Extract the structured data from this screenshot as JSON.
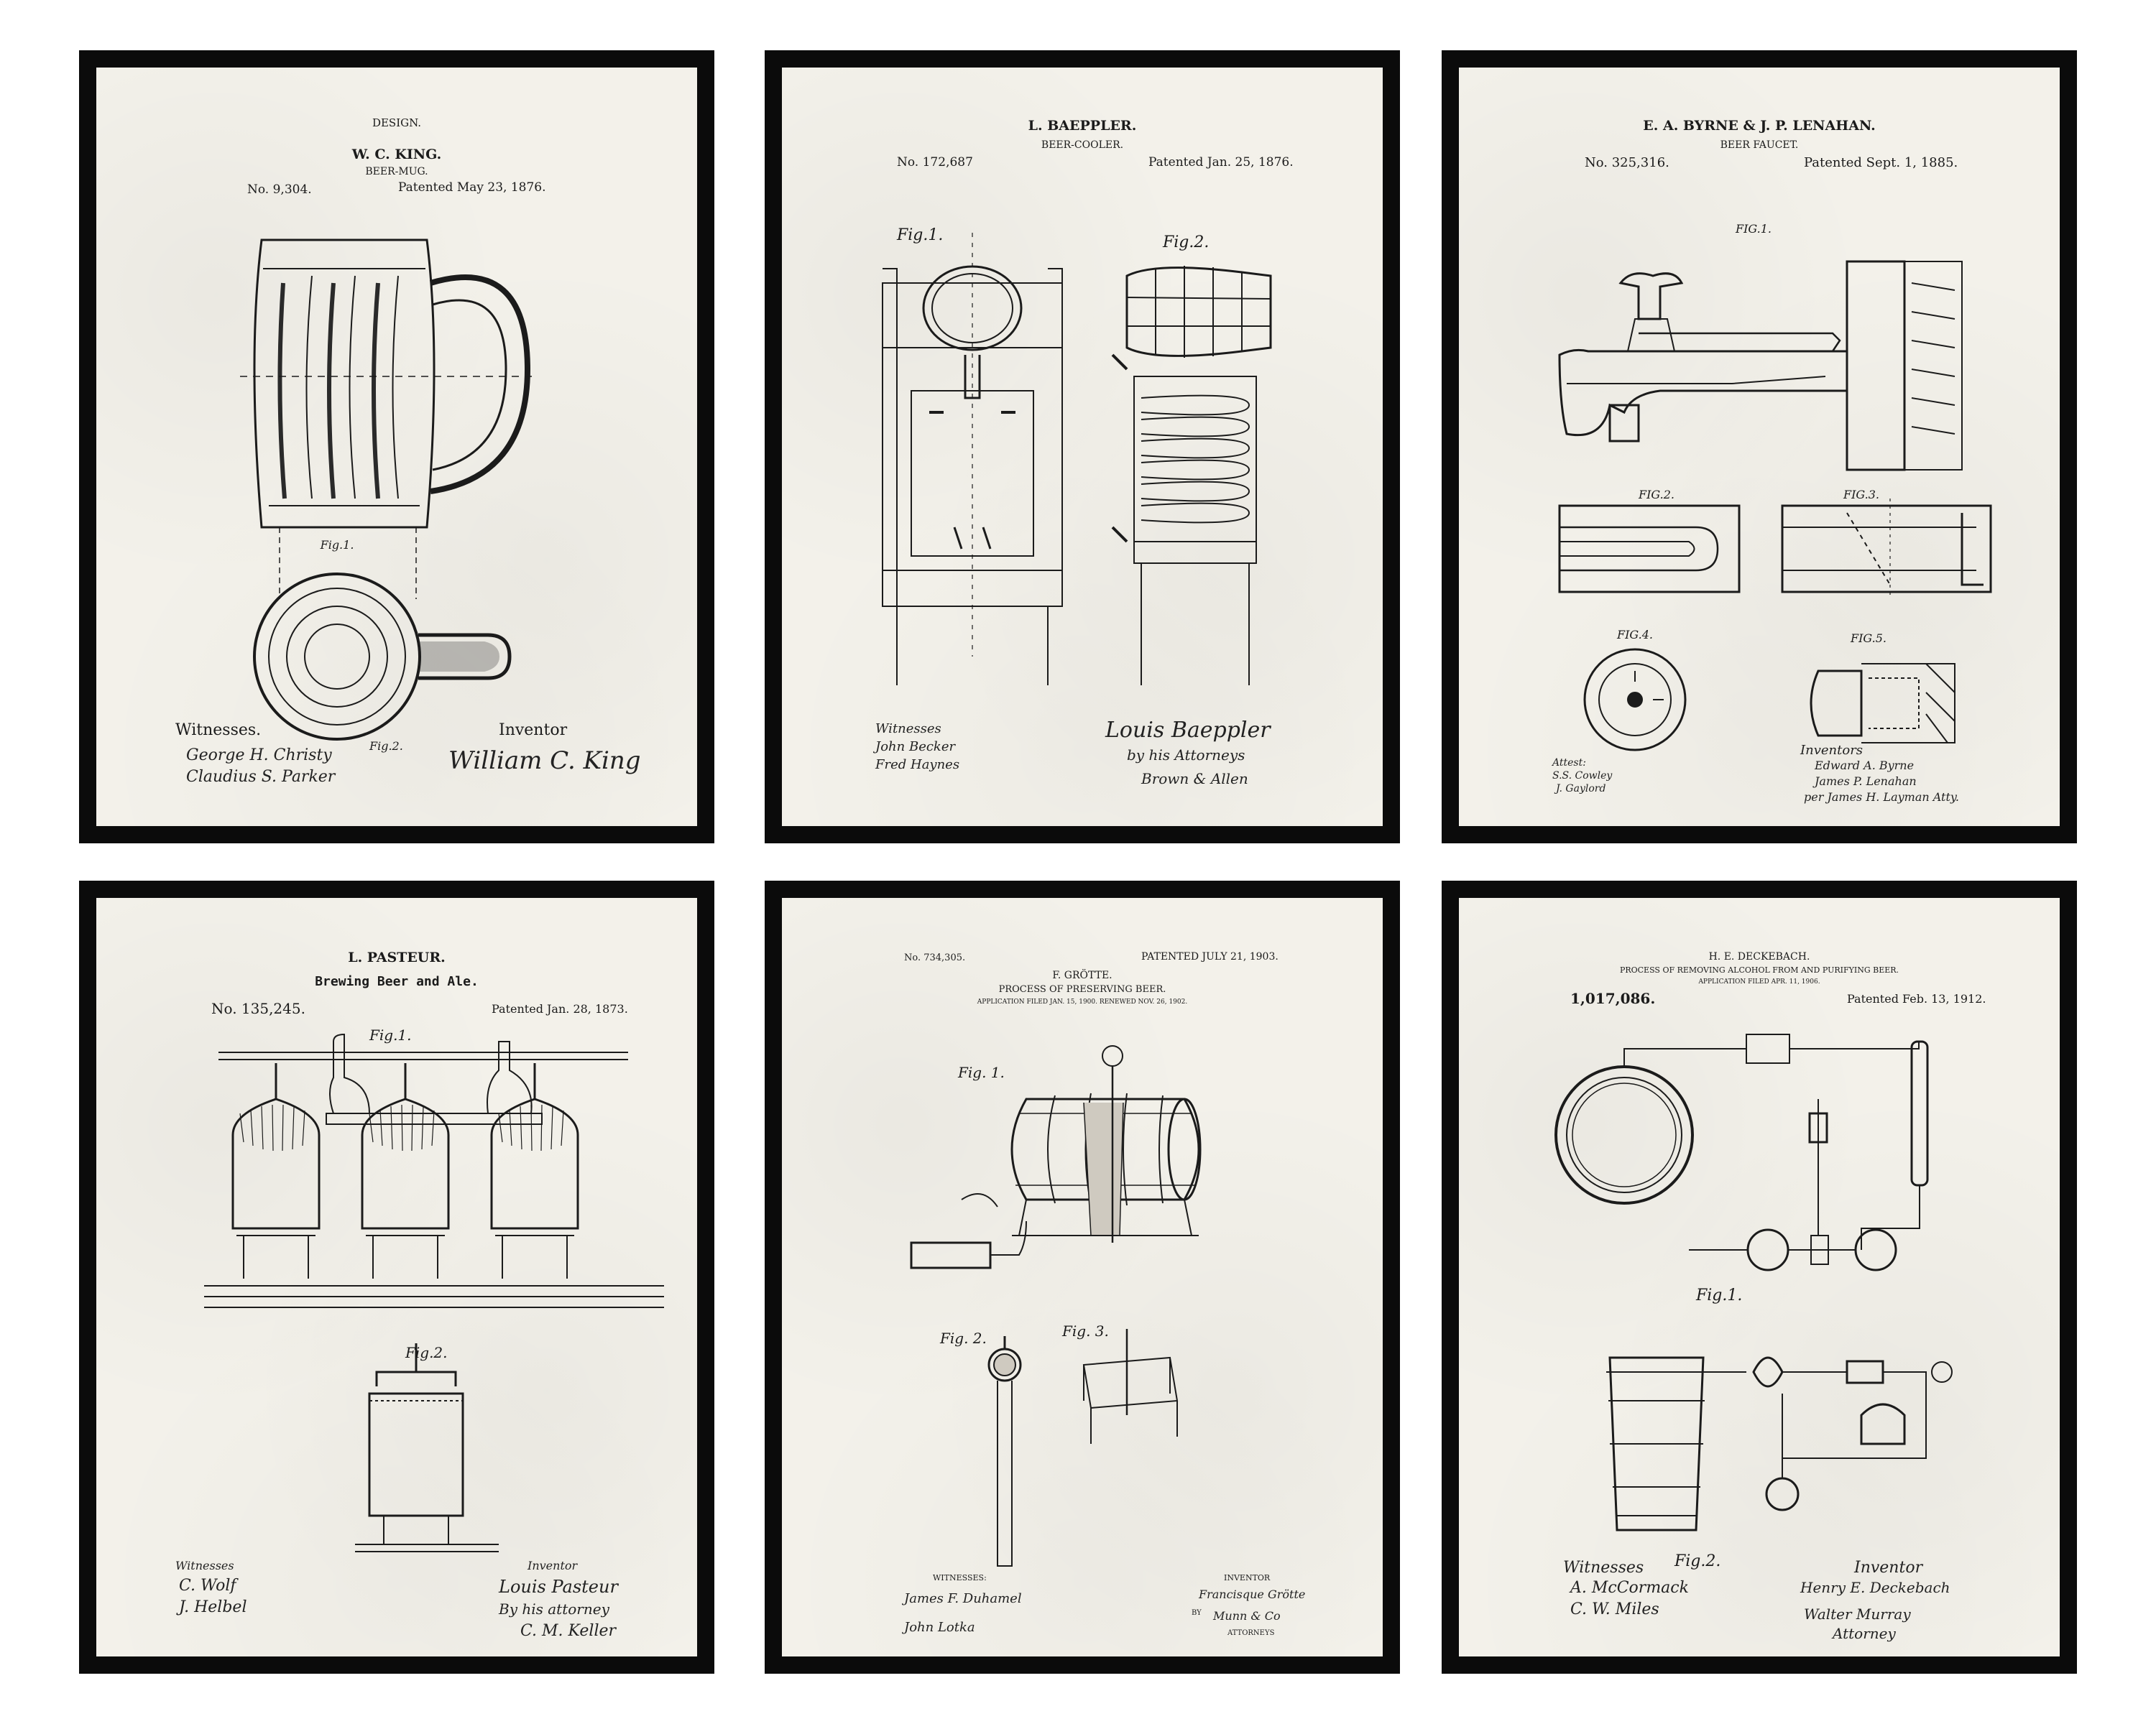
{
  "prints": [
    {
      "name": "beer-mug",
      "design_label": "DESIGN.",
      "inventor": "W. C. KING.",
      "title": "BEER-MUG.",
      "number": "No. 9,304.",
      "patented": "Patented May 23, 1876.",
      "witnesses_label": "Witnesses.",
      "inventor_label": "Inventor",
      "witness_1": "George H. Christy",
      "witness_2": "Claudius S. Parker",
      "signature": "William C. King",
      "fig_label": "Fig.1.",
      "fig2_label": "Fig.2."
    },
    {
      "name": "beer-cooler",
      "inventor": "L. BAEPPLER.",
      "title": "BEER-COOLER.",
      "number": "No. 172,687",
      "patented": "Patented Jan. 25, 1876.",
      "fig1_label": "Fig.1.",
      "fig2_label": "Fig.2.",
      "witnesses_label": "Witnesses",
      "witness_1": "John Becker",
      "witness_2": "Fred Haynes",
      "signature": "Louis Baeppler",
      "attorney_line": "by his Attorneys",
      "attorney": "Brown & Allen"
    },
    {
      "name": "beer-faucet",
      "inventor": "E. A. BYRNE & J. P. LENAHAN.",
      "title": "BEER FAUCET.",
      "number": "No. 325,316.",
      "patented": "Patented Sept. 1, 1885.",
      "fig1_label": "FIG.1.",
      "fig2_label": "FIG.2.",
      "fig3_label": "FIG.3.",
      "fig4_label": "FIG.4.",
      "fig5_label": "FIG.5.",
      "attest_label": "Attest:",
      "witness_1": "S.S. Cowley",
      "witness_2": "J. Gaylord",
      "inventors_label": "Inventors",
      "inventor_1": "Edward A. Byrne",
      "inventor_2": "James P. Lenahan",
      "attorney_line": "per James H. Layman Atty."
    },
    {
      "name": "brewing-beer-and-ale",
      "inventor": "L. PASTEUR.",
      "title": "Brewing Beer and Ale.",
      "number": "No. 135,245.",
      "patented": "Patented Jan. 28, 1873.",
      "fig1_label": "Fig.1.",
      "fig2_label": "Fig.2.",
      "witnesses_label": "Witnesses",
      "witness_1": "C. Wolf",
      "witness_2": "J. Helbel",
      "inventor_label": "Inventor",
      "signature": "Louis Pasteur",
      "attorney_line": "By his attorney",
      "attorney": "C. M. Keller"
    },
    {
      "name": "preserving-beer",
      "number": "No. 734,305.",
      "patented": "PATENTED JULY 21, 1903.",
      "inventor": "F. GRÖTTE.",
      "title": "PROCESS OF PRESERVING BEER.",
      "application": "APPLICATION FILED JAN. 15, 1900. RENEWED NOV. 26, 1902.",
      "fig1_label": "Fig. 1.",
      "fig2_label": "Fig. 2.",
      "fig3_label": "Fig. 3.",
      "witnesses_label": "WITNESSES:",
      "witness_1": "James F. Duhamel",
      "witness_2": "John Lotka",
      "inventor_label": "INVENTOR",
      "signature": "Francisque Grötte",
      "by_label": "BY",
      "attorney": "Munn & Co",
      "attorneys_label": "ATTORNEYS"
    },
    {
      "name": "removing-alcohol",
      "inventor": "H. E. DECKEBACH.",
      "title": "PROCESS OF REMOVING ALCOHOL FROM AND PURIFYING BEER.",
      "application": "APPLICATION FILED APR. 11, 1906.",
      "number": "1,017,086.",
      "patented": "Patented Feb. 13, 1912.",
      "fig1_label": "Fig.1.",
      "fig2_label": "Fig.2.",
      "witnesses_label": "Witnesses",
      "witness_1": "A. McCormack",
      "witness_2": "C. W. Miles",
      "inventor_label": "Inventor",
      "signature": "Henry E. Deckebach",
      "attorney_sig": "Walter Murray",
      "attorney_label": "Attorney"
    }
  ]
}
